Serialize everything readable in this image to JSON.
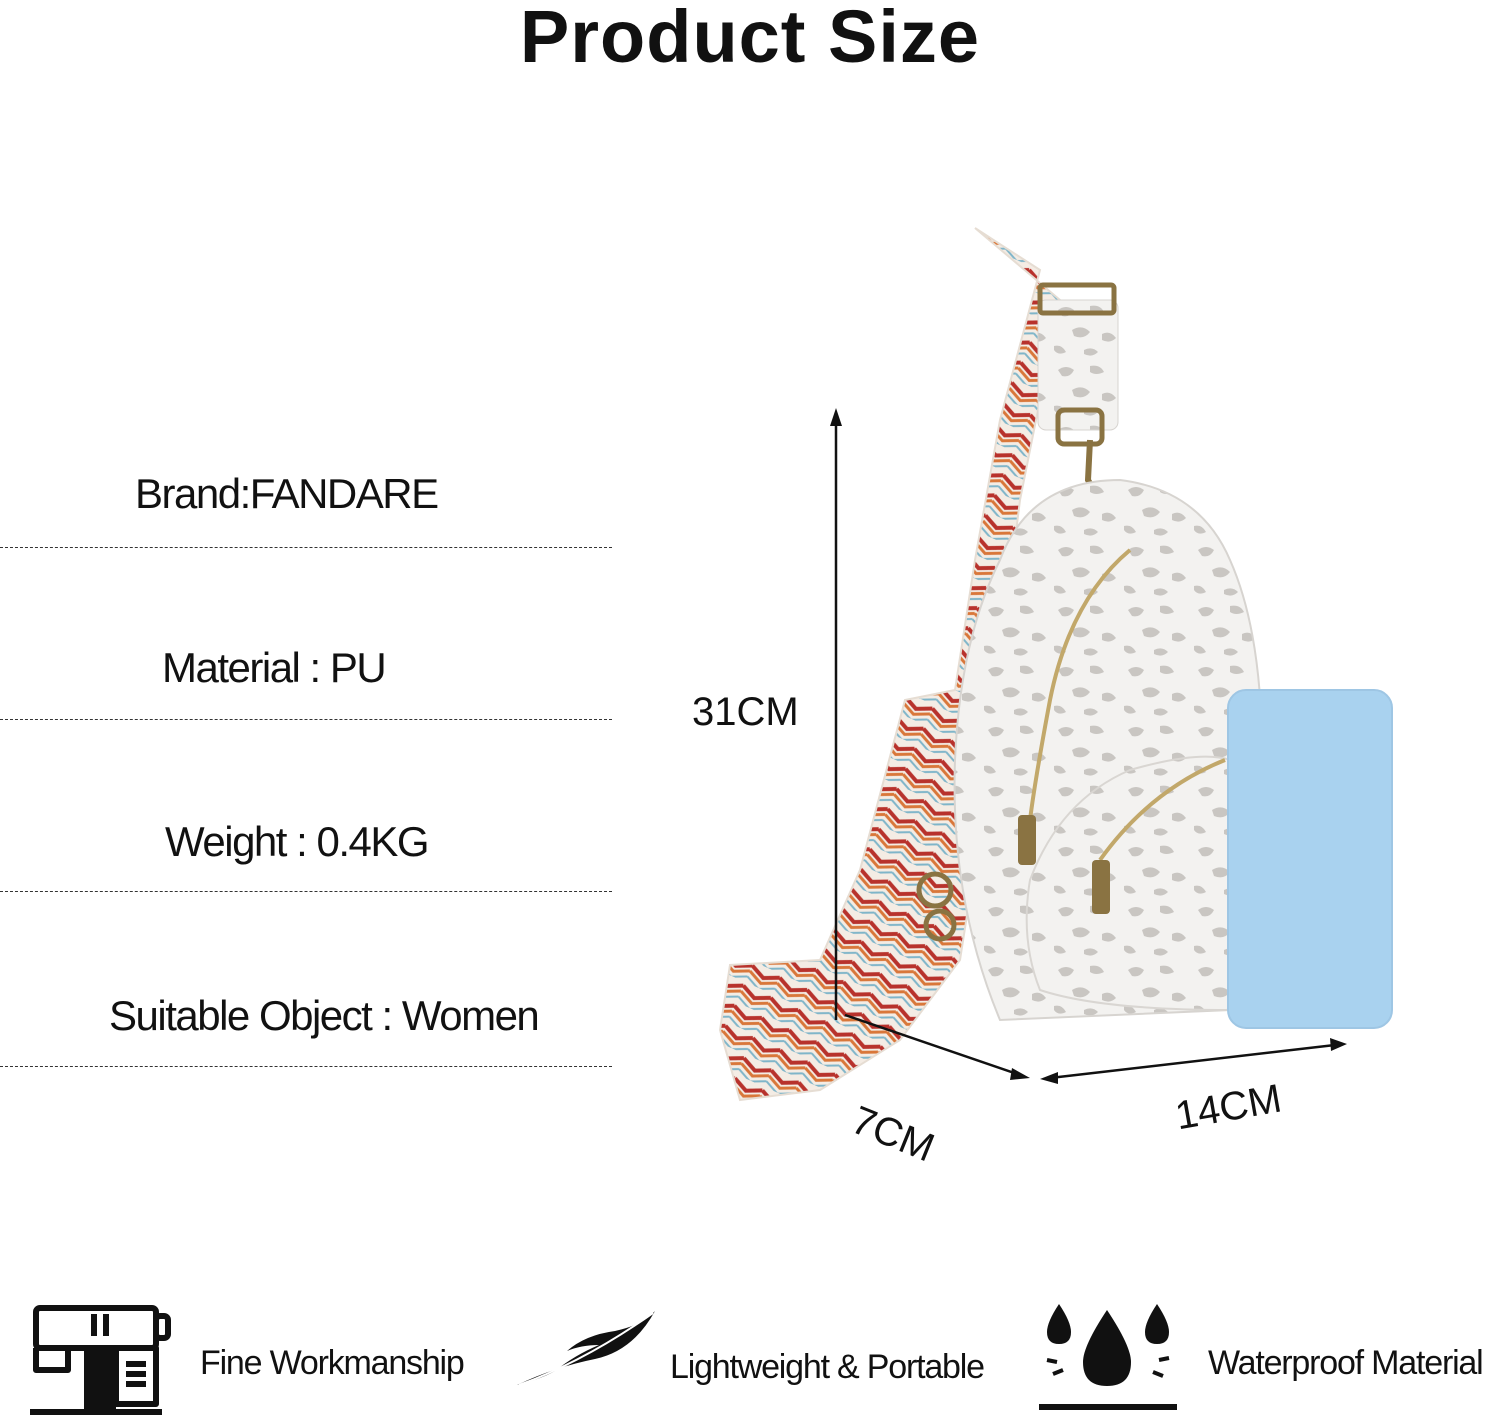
{
  "title": "Product Size",
  "specs": [
    {
      "label": "Brand",
      "value": "FANDARE",
      "sep": ":"
    },
    {
      "label": "Material",
      "value": "PU",
      "sep": " : "
    },
    {
      "label": "Weight",
      "value": "0.4KG",
      "sep": " : "
    },
    {
      "label": "Suitable Object",
      "value": "Women",
      "sep": " : "
    }
  ],
  "spec_text": {
    "brand": "Brand:FANDARE",
    "material": "Material : PU",
    "weight": "Weight : 0.4KG",
    "object": "Suitable Object : Women"
  },
  "dimensions": {
    "height": "31CM",
    "depth": "7CM",
    "width": "14CM"
  },
  "features": [
    {
      "label": "Fine Workmanship",
      "icon": "sewing-machine-icon"
    },
    {
      "label": "Lightweight & Portable",
      "icon": "feather-icon"
    },
    {
      "label": "Waterproof Material",
      "icon": "water-drops-icon"
    }
  ],
  "colors": {
    "strap_red": "#b8322c",
    "strap_orange": "#d9773a",
    "bag_white": "#f3f2f0",
    "leopard_gray": "#c9c6c2",
    "phone_blue": "#a9d2ef",
    "zipper_brass": "#8a7342"
  }
}
